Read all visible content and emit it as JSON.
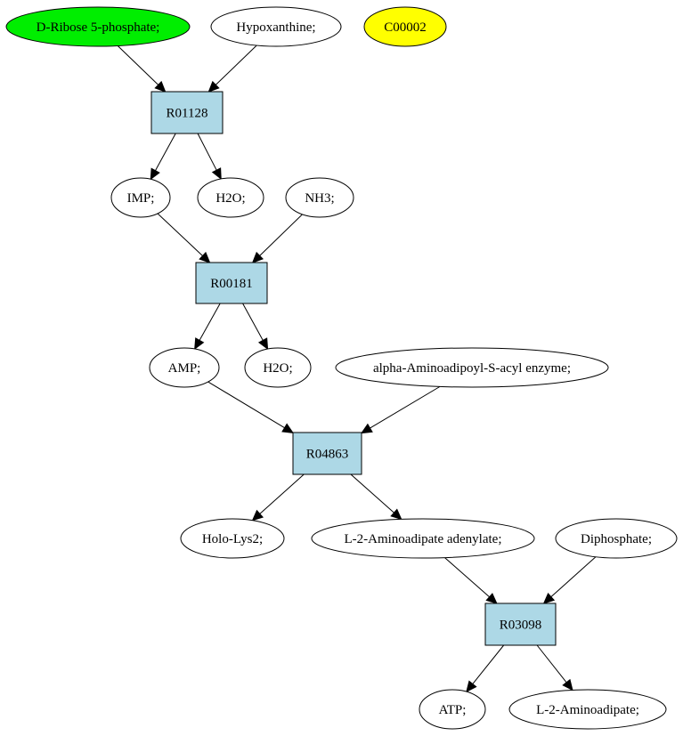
{
  "colors": {
    "compound_fill": "#ffffff",
    "reaction_fill": "#add8e6",
    "source_fill": "#00ee00",
    "highlight_fill": "#ffff00",
    "stroke": "#000000"
  },
  "nodes": {
    "ribose5p": {
      "label": "D-Ribose 5-phosphate;",
      "kind": "compound",
      "highlight": "source"
    },
    "hypoxanthine": {
      "label": "Hypoxanthine;",
      "kind": "compound"
    },
    "c00002": {
      "label": "C00002",
      "kind": "compound",
      "highlight": "target"
    },
    "r01128": {
      "label": "R01128",
      "kind": "reaction"
    },
    "imp": {
      "label": "IMP;",
      "kind": "compound"
    },
    "h2o_1": {
      "label": "H2O;",
      "kind": "compound"
    },
    "nh3": {
      "label": "NH3;",
      "kind": "compound"
    },
    "r00181": {
      "label": "R00181",
      "kind": "reaction"
    },
    "amp": {
      "label": "AMP;",
      "kind": "compound"
    },
    "h2o_2": {
      "label": "H2O;",
      "kind": "compound"
    },
    "aminoadipoyl": {
      "label": "alpha-Aminoadipoyl-S-acyl enzyme;",
      "kind": "compound"
    },
    "r04863": {
      "label": "R04863",
      "kind": "reaction"
    },
    "hololys2": {
      "label": "Holo-Lys2;",
      "kind": "compound"
    },
    "aadenylate": {
      "label": "L-2-Aminoadipate adenylate;",
      "kind": "compound"
    },
    "diphosphate": {
      "label": "Diphosphate;",
      "kind": "compound"
    },
    "r03098": {
      "label": "R03098",
      "kind": "reaction"
    },
    "atp": {
      "label": "ATP;",
      "kind": "compound"
    },
    "aminoadipate": {
      "label": "L-2-Aminoadipate;",
      "kind": "compound"
    }
  },
  "edges": [
    {
      "from": "ribose5p",
      "to": "r01128"
    },
    {
      "from": "hypoxanthine",
      "to": "r01128"
    },
    {
      "from": "r01128",
      "to": "imp"
    },
    {
      "from": "r01128",
      "to": "h2o_1"
    },
    {
      "from": "imp",
      "to": "r00181"
    },
    {
      "from": "nh3",
      "to": "r00181"
    },
    {
      "from": "r00181",
      "to": "amp"
    },
    {
      "from": "r00181",
      "to": "h2o_2"
    },
    {
      "from": "amp",
      "to": "r04863"
    },
    {
      "from": "aminoadipoyl",
      "to": "r04863"
    },
    {
      "from": "r04863",
      "to": "hololys2"
    },
    {
      "from": "r04863",
      "to": "aadenylate"
    },
    {
      "from": "aadenylate",
      "to": "r03098"
    },
    {
      "from": "diphosphate",
      "to": "r03098"
    },
    {
      "from": "r03098",
      "to": "atp"
    },
    {
      "from": "r03098",
      "to": "aminoadipate"
    }
  ]
}
